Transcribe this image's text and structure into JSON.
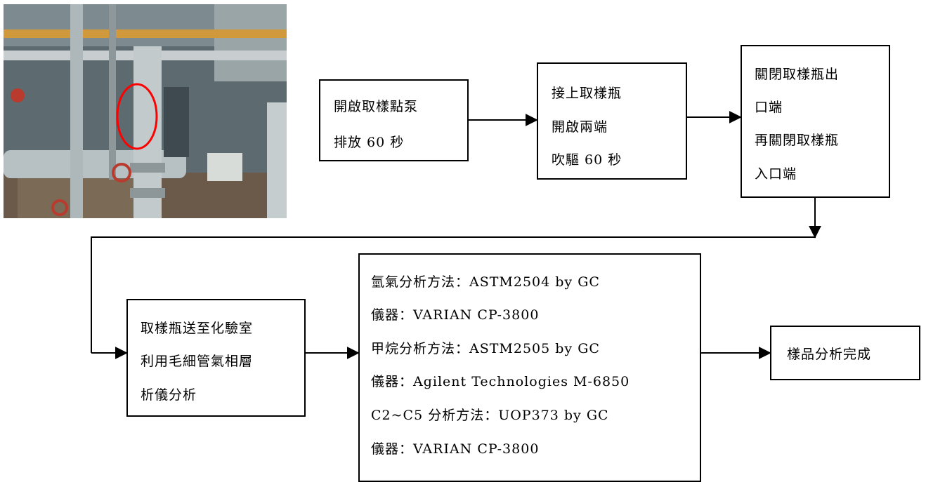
{
  "photo": {
    "icon": "pipe-valve-photo"
  },
  "steps": {
    "open_pump": [
      "開啟取樣點泵",
      "排放 60 秒"
    ],
    "connect_bottle": [
      "接上取樣瓶",
      "開啟兩端",
      "吹驅 60 秒"
    ],
    "close_bottle": [
      "關閉取樣瓶出",
      "口端",
      "再關閉取樣瓶",
      "入口端"
    ],
    "send_lab": [
      "取樣瓶送至化驗室",
      "利用毛細管氣相層",
      "析儀分析"
    ],
    "methods": [
      "氫氣分析方法：ASTM2504 by GC",
      "儀器：VARIAN CP-3800",
      "甲烷分析方法：ASTM2505 by GC",
      "儀器：Agilent Technologies M-6850",
      "C2~C5 分析方法：UOP373 by GC",
      "儀器：VARIAN CP-3800"
    ],
    "done": [
      "樣品分析完成"
    ]
  }
}
